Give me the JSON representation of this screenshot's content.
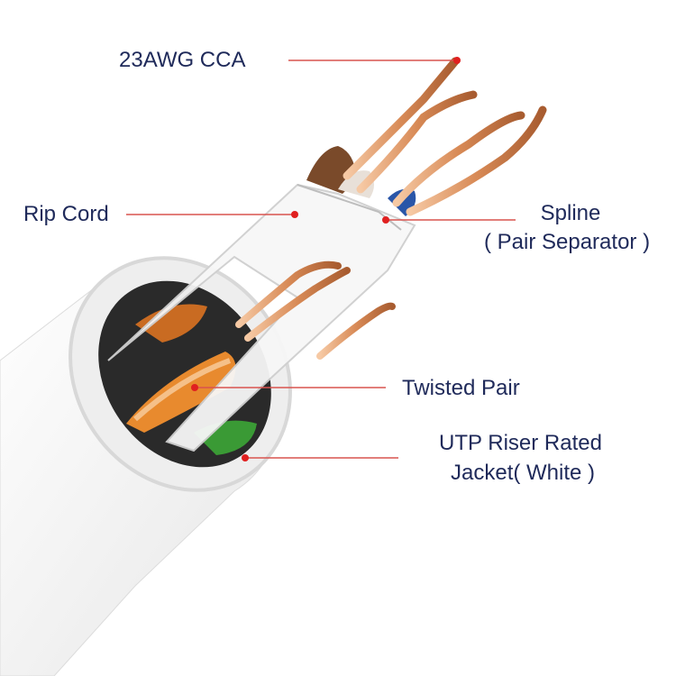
{
  "colors": {
    "label_text": "#1f2a5a",
    "leader_line": "#d9534f",
    "leader_dot": "#e02020",
    "jacket": "#f3f3f3",
    "copper": "#d4895a",
    "orange_pair": "#e88a2e",
    "green_pair": "#3a9a35",
    "brown_pair": "#7a4a2a",
    "blue_pair": "#2a56a8"
  },
  "labels": {
    "conductor": "23AWG CCA",
    "rip_cord": "Rip Cord",
    "spline_line1": "Spline",
    "spline_line2": "( Pair Separator )",
    "twisted_pair": "Twisted Pair",
    "jacket_line1": "UTP Riser Rated",
    "jacket_line2": "Jacket( White )"
  }
}
